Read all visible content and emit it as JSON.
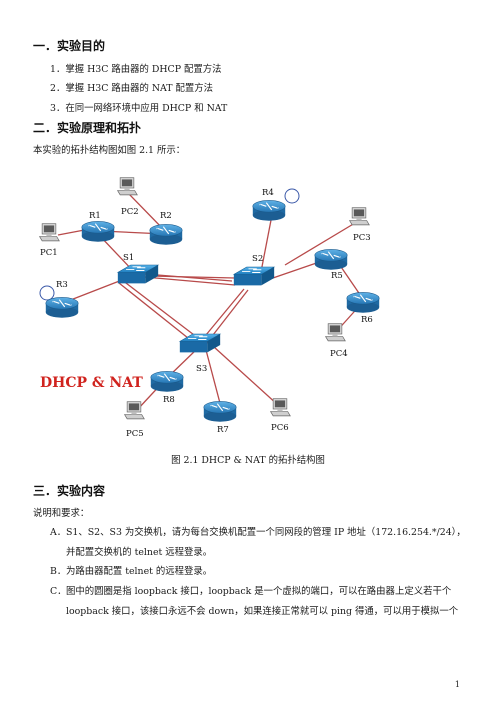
{
  "section1": {
    "heading": "一．实验目的",
    "items": [
      "1．掌握 H3C 路由器的 DHCP 配置方法",
      "2．掌握 H3C 路由器的 NAT 配置方法",
      "3．在同一网络环境中应用 DHCP 和 NAT"
    ]
  },
  "section2": {
    "heading": "二．实验原理和拓扑",
    "intro": "本实验的拓扑结构图如图 2.1 所示："
  },
  "diagram": {
    "labels": {
      "R1": "R1",
      "R2": "R2",
      "R3": "R3",
      "R4": "R4",
      "R5": "R5",
      "R6": "R6",
      "R7": "R7",
      "R8": "R8",
      "S1": "S1",
      "S2": "S2",
      "S3": "S3",
      "PC1": "PC1",
      "PC2": "PC2",
      "PC3": "PC3",
      "PC4": "PC4",
      "PC5": "PC5",
      "PC6": "PC6"
    },
    "title": "DHCP & NAT",
    "title_color": "#d0231e",
    "link_color": "#b84a4a",
    "router_color": "#2f86c4",
    "switch_color": "#2a8fcf"
  },
  "caption": "图 2.1 DHCP & NAT 的拓扑结构图",
  "section3": {
    "heading": "三．实验内容",
    "intro": "说明和要求：",
    "requirements": [
      {
        "label": "A．",
        "lines": [
          "S1、S2、S3 为交换机，请为每台交换机配置一个同网段的管理 IP 地址（172.16.254.*/24），",
          "并配置交换机的 telnet 远程登录。"
        ]
      },
      {
        "label": "B．",
        "lines": [
          "为路由器配置 telnet 的远程登录。"
        ]
      },
      {
        "label": "C．",
        "lines": [
          "图中的圆圈是指 loopback 接口，loopback 是一个虚拟的端口，可以在路由器上定义若干个",
          "loopback 接口，该接口永远不会 down，如果连接正常就可以 ping 得通，可以用于模拟一个"
        ]
      }
    ]
  },
  "page_number": "1"
}
